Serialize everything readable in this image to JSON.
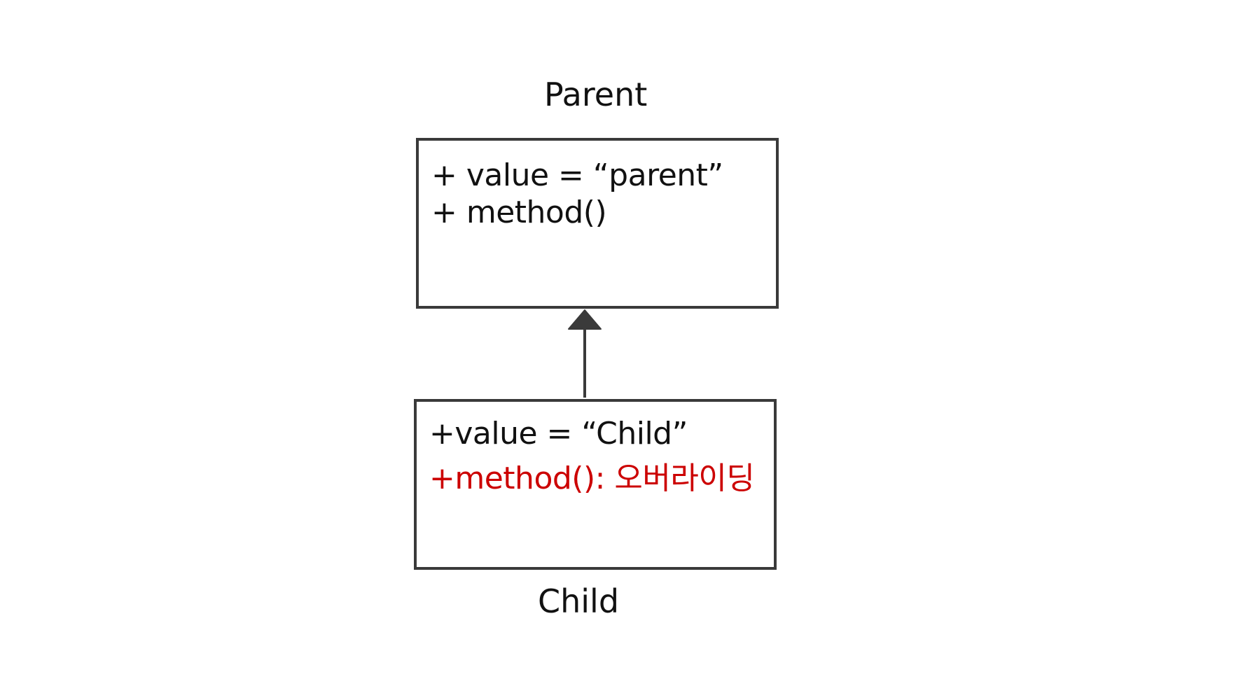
{
  "parent_class": {
    "name": "Parent",
    "members": [
      "+ value = “parent”",
      "+ method()"
    ]
  },
  "child_class": {
    "name": "Child",
    "members": [
      "+value = “Child”",
      "+method(): 오버라이딩"
    ]
  },
  "relationship": {
    "type": "inheritance",
    "from": "Child",
    "to": "Parent"
  },
  "colors": {
    "border": "#3a3a3a",
    "text": "#111111",
    "override_highlight": "#cc0000"
  }
}
